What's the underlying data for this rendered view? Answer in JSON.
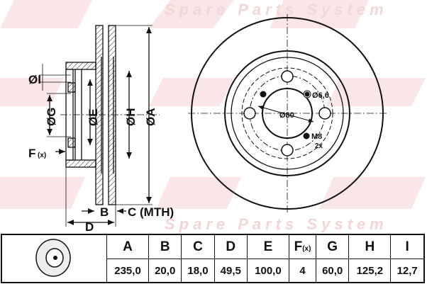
{
  "watermark": {
    "text": "Spare Parts System"
  },
  "side_view": {
    "labels": {
      "I": "ØI",
      "G": "ØG",
      "E": "ØE",
      "H": "ØH",
      "A": "ØA",
      "F": "F",
      "F_sub": "(x)",
      "B": "B",
      "C": "C (MTH)",
      "D": "D"
    }
  },
  "front_view": {
    "labels": {
      "hole": "Ø6,6",
      "center": "Ø80",
      "thread": "M8",
      "thread_count": "2x"
    }
  },
  "table": {
    "headers": [
      {
        "key": "A"
      },
      {
        "key": "B"
      },
      {
        "key": "C"
      },
      {
        "key": "D"
      },
      {
        "key": "E"
      },
      {
        "key": "F",
        "sub": "(x)"
      },
      {
        "key": "G"
      },
      {
        "key": "H"
      },
      {
        "key": "I"
      }
    ],
    "values": [
      "235,0",
      "20,0",
      "18,0",
      "49,5",
      "100,0",
      "4",
      "60,0",
      "125,2",
      "12,7"
    ]
  }
}
